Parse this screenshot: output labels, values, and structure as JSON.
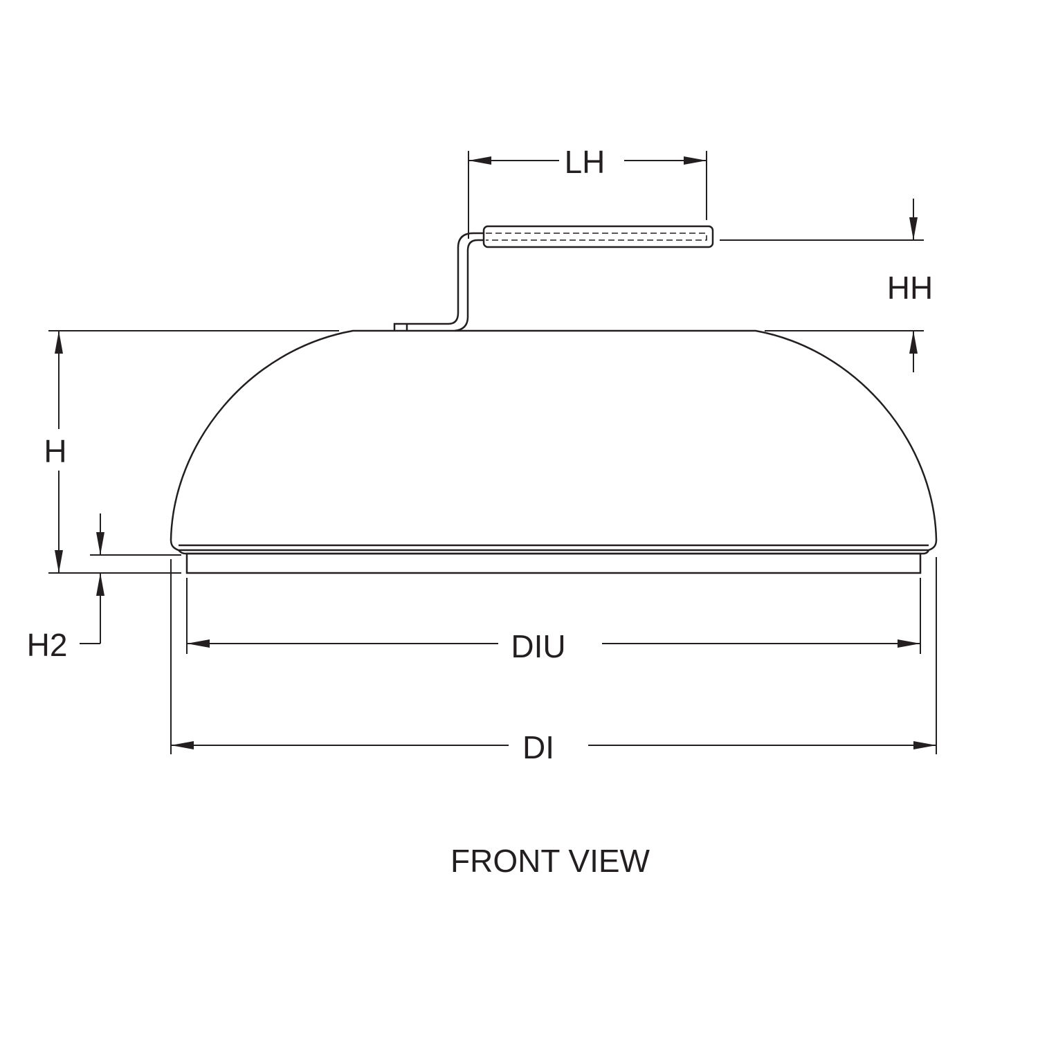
{
  "labels": {
    "lh": "LH",
    "hh": "HH",
    "h": "H",
    "h2": "H2",
    "diu": "DIU",
    "di": "DI"
  },
  "caption": "FRONT VIEW",
  "colors": {
    "line": "#231f20",
    "background": "#ffffff"
  }
}
